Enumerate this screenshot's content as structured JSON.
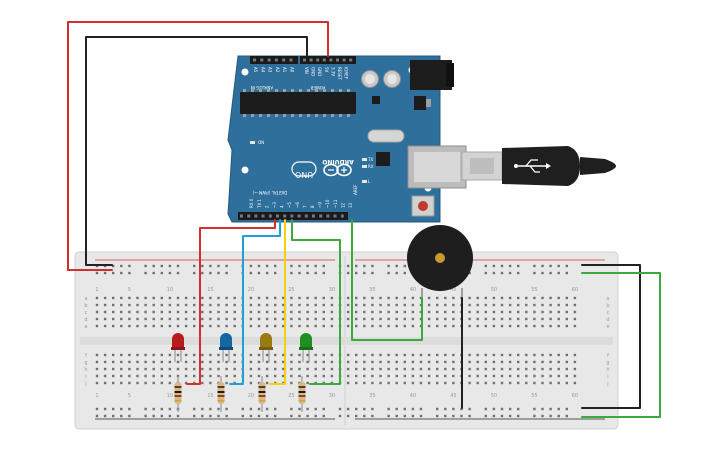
{
  "board": {
    "brand": "ARDUINO",
    "model": "UNO",
    "header_analog": "ANALOG IN",
    "header_power": "POWER",
    "header_digital": "DIGITAL (PWM ~)",
    "aref": "AREF",
    "led_on": "ON",
    "led_tx": "TX",
    "led_rx": "RX",
    "led_l": "L",
    "analog_pins": [
      "A5",
      "A4",
      "A3",
      "A2",
      "A1",
      "A0"
    ],
    "power_pins": [
      "VIN",
      "GND",
      "GND",
      "5V",
      "3.3V",
      "RESET",
      "IOREF"
    ],
    "digital_pins": [
      "13",
      "12",
      "~11",
      "~10",
      "~9",
      "8",
      "7",
      "~6",
      "~5",
      "4",
      "~3",
      "2",
      "TX 1",
      "RX 0"
    ]
  },
  "breadboard": {
    "column_numbers": [
      "1",
      "5",
      "10",
      "15",
      "20",
      "25",
      "30",
      "35",
      "40",
      "45",
      "50",
      "55",
      "60"
    ],
    "row_letters_top": [
      "a",
      "b",
      "c",
      "d",
      "e"
    ],
    "row_letters_bottom": [
      "f",
      "g",
      "h",
      "i",
      "j"
    ]
  },
  "colors": {
    "board": "#2f6f9c",
    "breadboard": "#e9e9e9",
    "wire_red": "#d32f2f",
    "wire_black": "#222222",
    "wire_blue": "#1e9fd6",
    "wire_yellow": "#f2d200",
    "wire_green": "#3aaa3a",
    "led_red": "#b71c1c",
    "led_blue": "#1565a0",
    "led_yellow": "#9a7b12",
    "led_green": "#1f8f1f"
  }
}
